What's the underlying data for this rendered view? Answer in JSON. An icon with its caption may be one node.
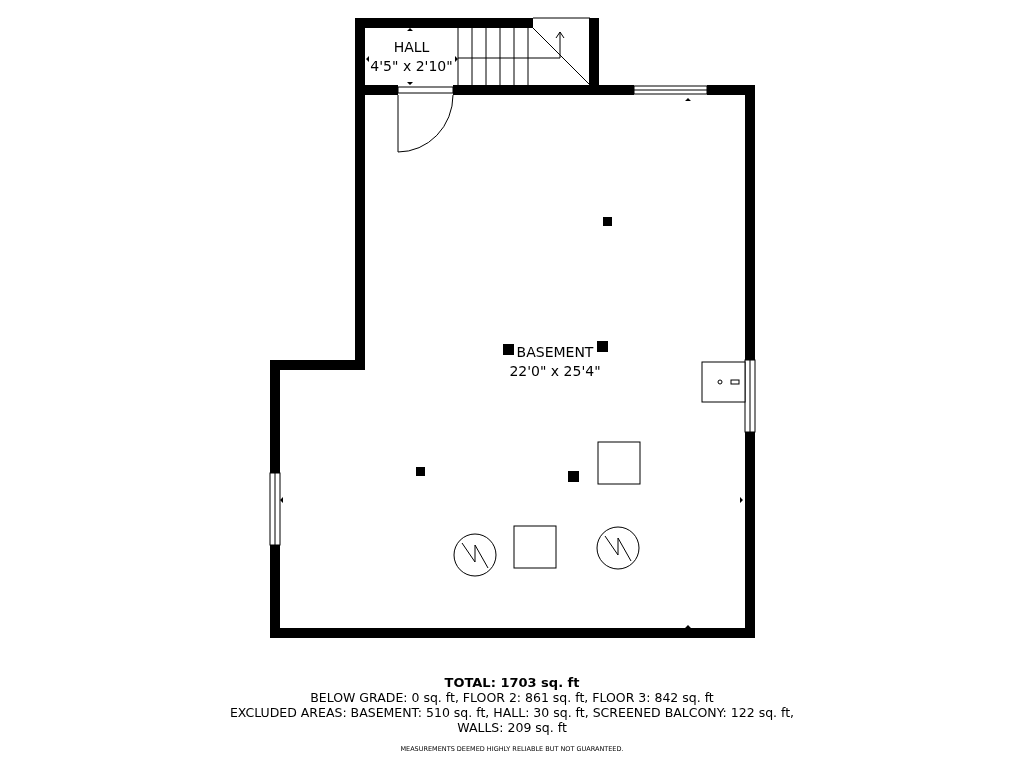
{
  "diagram": {
    "nodes": [
      {
        "text": [
          "HALL",
          "4'5\" x 2'10\""
        ]
      },
      {
        "text": [
          "BASEMENT",
          "22'0\" x 25'4\""
        ]
      }
    ],
    "labels": [
      "TOTAL: 1703 sq. ft",
      "BELOW GRADE: 0 sq. ft, FLOOR 2: 861 sq. ft, FLOOR 3: 842 sq. ft",
      "EXCLUDED AREAS: BASEMENT: 510 sq. ft, HALL: 30 sq. ft, SCREENED BALCONY: 122 sq. ft, WALLS: 209 sq. ft",
      "MEASUREMENTS DEEMED HIGHLY RELIABLE BUT NOT GUARANTEED."
    ]
  }
}
